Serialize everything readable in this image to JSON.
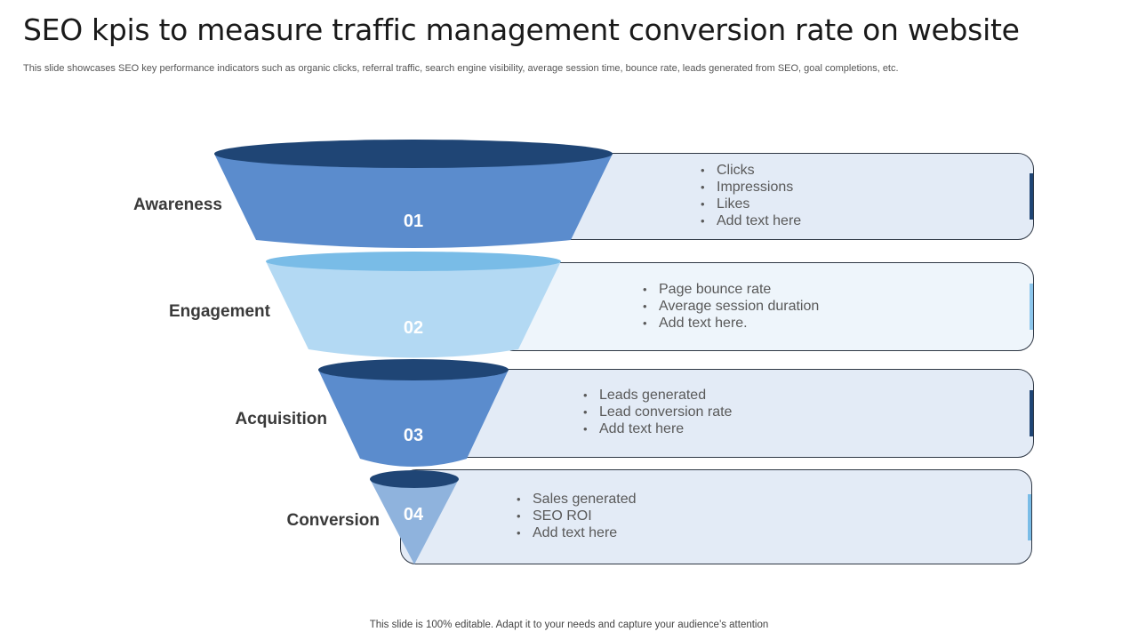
{
  "slide": {
    "title": "SEO kpis to measure traffic management conversion rate on website",
    "subtitle": "This slide showcases SEO key performance indicators such as organic clicks, referral traffic, search engine visibility, average session time, bounce rate, leads generated from SEO, goal completions, etc.",
    "footer": "This slide is 100% editable. Adapt it to your needs and capture your audience’s attention"
  },
  "colors": {
    "dark_blue": "#1f4575",
    "mid_blue": "#5b8ccd",
    "light_blue": "#b3d9f3",
    "sky_blue": "#79bce7",
    "pale_blue": "#8fb3dd",
    "box_fill_a": "#e3ebf6",
    "box_fill_b": "#eef5fb"
  },
  "stages": [
    {
      "number": "01",
      "label": "Awareness",
      "bullets": [
        "Clicks",
        "Impressions",
        "Likes",
        "Add text here"
      ]
    },
    {
      "number": "02",
      "label": "Engagement",
      "bullets": [
        "Page bounce rate",
        "Average session duration",
        "Add text here."
      ]
    },
    {
      "number": "03",
      "label": "Acquisition",
      "bullets": [
        "Leads generated",
        "Lead conversion rate",
        "Add text here"
      ]
    },
    {
      "number": "04",
      "label": "Conversion",
      "bullets": [
        "Sales generated",
        "SEO ROI",
        "Add text here"
      ]
    }
  ]
}
